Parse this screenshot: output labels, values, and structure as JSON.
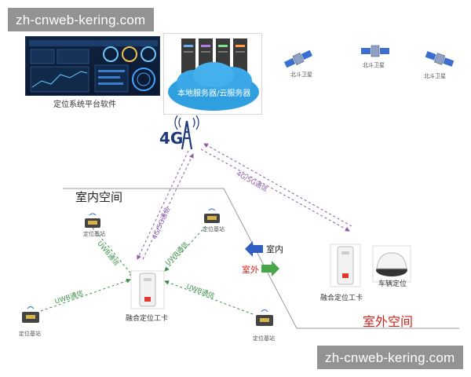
{
  "watermark_top": "zh-cnweb-kering.com",
  "watermark_bottom": "zh-cnweb-kering.com",
  "platform_label": "定位系统平台软件",
  "server_label": "本地服务器/云服务器",
  "network_label": "4G",
  "satellites": [
    {
      "label": "北斗卫星"
    },
    {
      "label": "北斗卫星"
    },
    {
      "label": "北斗卫星"
    }
  ],
  "indoor_space_label": "室内空间",
  "outdoor_space_label": "室外空间",
  "indoor_arrow_label": "室内",
  "outdoor_arrow_label": "室外",
  "comm_labels": {
    "link_4g5g_left": "4G/5G通信",
    "link_4g5g_right": "4G/5G通信",
    "uwb_top_left": "UWB通信",
    "uwb_top_right": "UWB通信",
    "uwb_left": "UWB通信",
    "uwb_right": "UWB通信"
  },
  "devices": {
    "base_station_top_left": "定位基站",
    "base_station_top_right": "定位基站",
    "base_station_left": "定位基站",
    "base_station_right": "定位基站",
    "card_indoor": "融合定位工卡",
    "card_outdoor": "融合定位工卡",
    "vehicle": "车辆定位"
  },
  "colors": {
    "purple_link": "#8a5aa8",
    "green_link": "#3f8f4a",
    "red": "#d0241b",
    "blue_arrow": "#2f5fbf",
    "green_arrow": "#4aa64a"
  },
  "icons": {
    "platform": "dashboard-screen-icon",
    "server": "server-rack-cloud-icon",
    "tower": "cell-tower-icon",
    "satellite": "satellite-icon",
    "base_station": "uwb-anchor-icon",
    "card": "id-card-tag-icon",
    "vehicle": "vehicle-locator-icon"
  }
}
